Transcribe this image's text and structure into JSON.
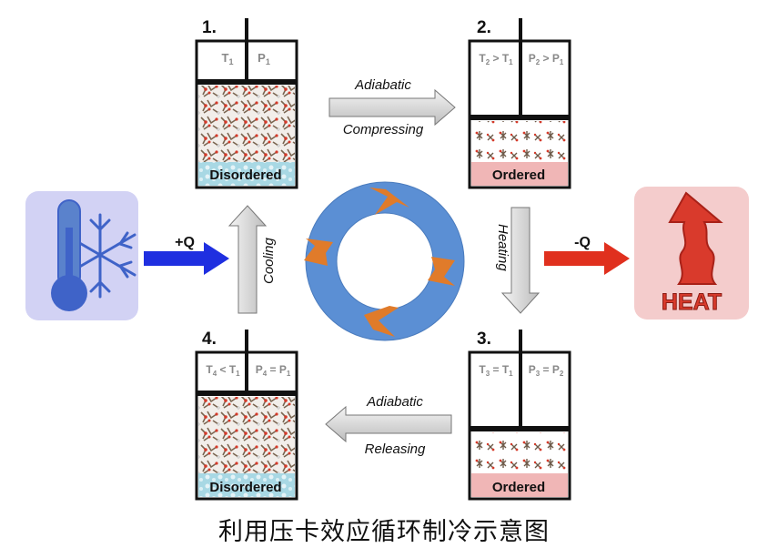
{
  "stages": [
    {
      "number": "1.",
      "t": "T",
      "t_sub": "1",
      "p": "P",
      "p_sub": "1",
      "state": "Disordered"
    },
    {
      "number": "2.",
      "t": "T",
      "t_sub": "2",
      "t_rel": " > T",
      "t_rel_sub": "1",
      "p": "P",
      "p_sub": "2",
      "p_rel": " > P",
      "p_rel_sub": "1",
      "state": "Ordered"
    },
    {
      "number": "3.",
      "t": "T",
      "t_sub": "3",
      "t_rel": " = T",
      "t_rel_sub": "1",
      "p": "P",
      "p_sub": "3",
      "p_rel": " = P",
      "p_rel_sub": "2",
      "state": "Ordered"
    },
    {
      "number": "4.",
      "t": "T",
      "t_sub": "4",
      "t_rel": " < T",
      "t_rel_sub": "1",
      "p": "P",
      "p_sub": "4",
      "p_rel": " = P",
      "p_rel_sub": "1",
      "state": "Disordered"
    }
  ],
  "processes": {
    "compress_top": "Adiabatic",
    "compress_bottom": "Compressing",
    "heating": "Heating",
    "release_top": "Adiabatic",
    "release_bottom": "Releasing",
    "cooling": "Cooling"
  },
  "heat_flow": {
    "absorb": "+Q",
    "release": "-Q"
  },
  "heat_icon_text": "HEAT",
  "icons": {
    "cold": "thermometer-snowflake-icon",
    "hot": "heat-flame-icon"
  },
  "caption": "利用压卡效应循环制冷示意图",
  "colors": {
    "cycle_ring": "#5b8fd4",
    "cycle_chevron": "#e07b2a",
    "arrow_blue": "#1f2fe0",
    "arrow_red": "#e0301e",
    "disordered_band": "#a8d8e4",
    "ordered_band": "#f0b6b6",
    "cold_tile": "#d2d2f4",
    "hot_tile": "#f4cccc"
  }
}
